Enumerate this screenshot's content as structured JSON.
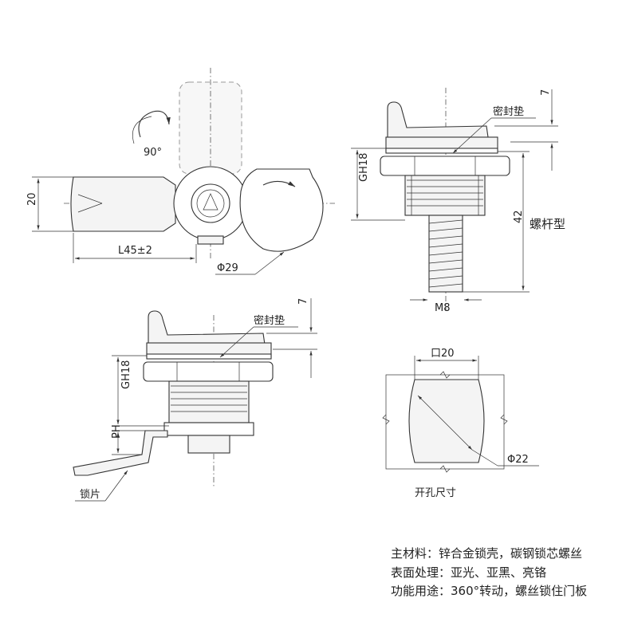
{
  "top_view": {
    "rotation_label": "90°",
    "height_label": "20",
    "length_label": "L45±2",
    "diameter_label": "Φ29"
  },
  "side_view_bolt": {
    "gasket_label": "密封垫",
    "offset_label": "7",
    "thread_label": "GH18",
    "length_label": "42",
    "type_label": "螺杆型",
    "bolt_label": "M8"
  },
  "side_view_latch": {
    "offset_label": "7",
    "gasket_label": "密封垫",
    "thread_label": "GH18",
    "ph_label": "PH",
    "latch_label": "锁片"
  },
  "cutout": {
    "square_label": "口20",
    "diameter_label": "Φ22",
    "caption": "开孔尺寸"
  },
  "notes": [
    "主材料：锌合金锁壳，碳钢锁芯螺丝",
    "表面处理：亚光、亚黑、亮铬",
    "功能用途：360°转动，螺丝锁住门板"
  ]
}
